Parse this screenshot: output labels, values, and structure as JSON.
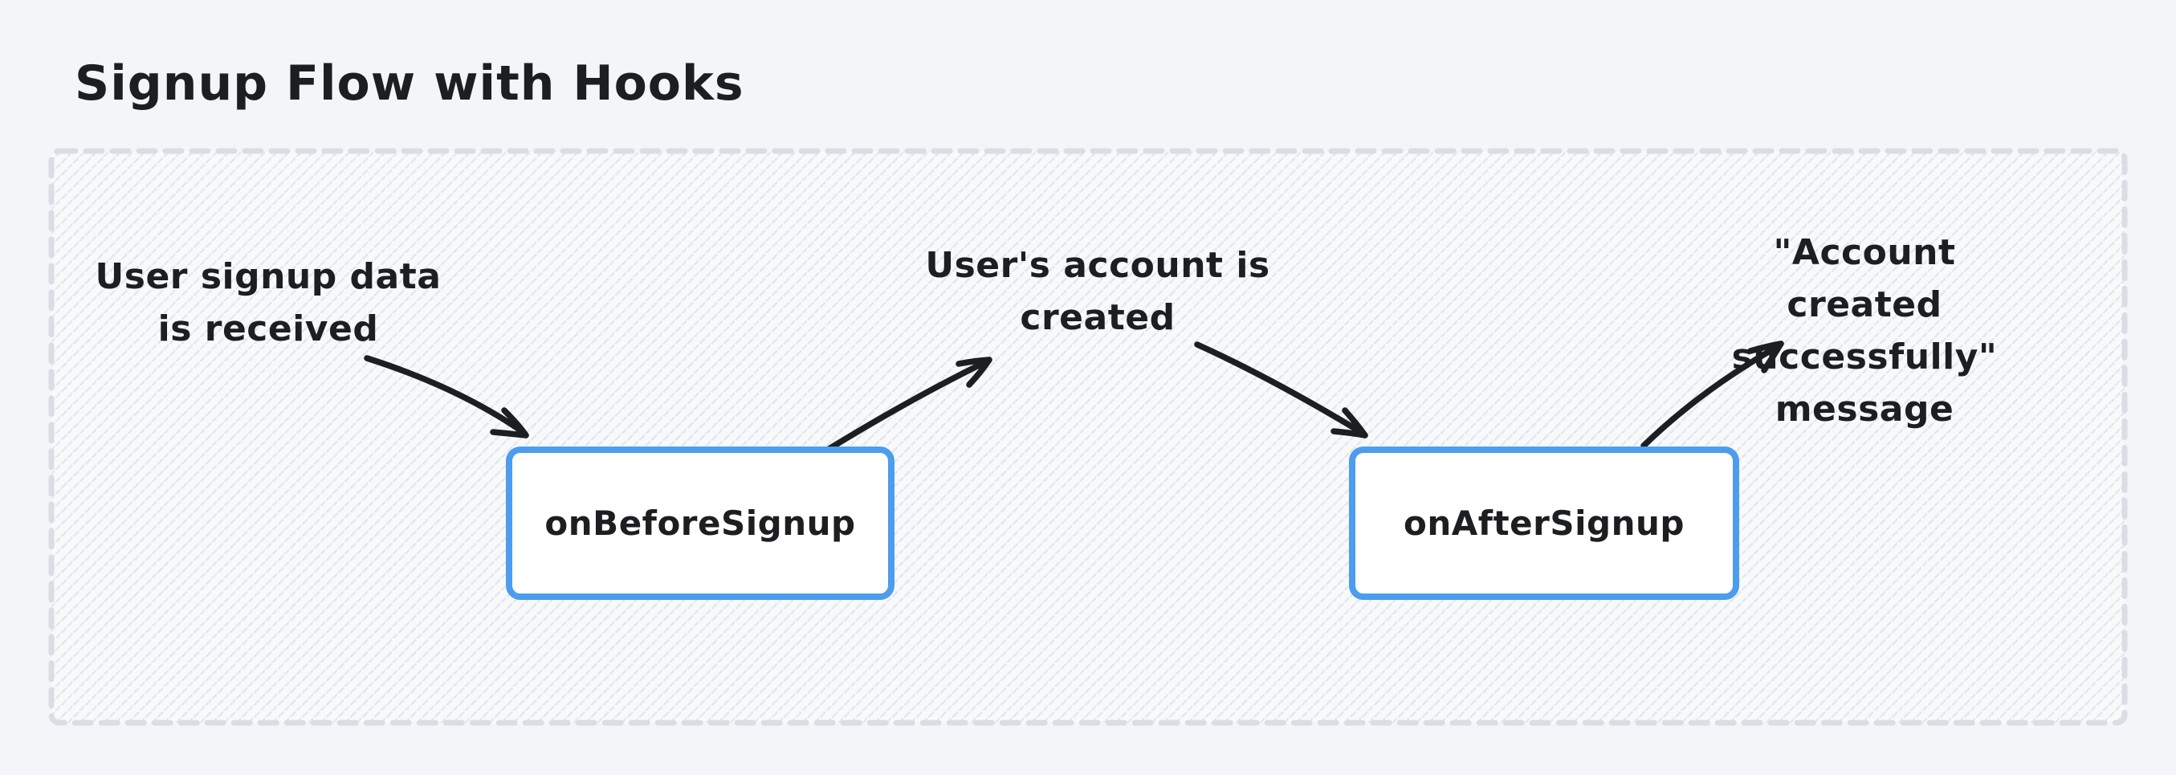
{
  "title": "Signup Flow with Hooks",
  "diagram": {
    "labels": [
      {
        "id": "user-signup-data",
        "text": "User signup data\nis received"
      },
      {
        "id": "account-created",
        "text": "User's account is\ncreated"
      },
      {
        "id": "success-message",
        "text": "\"Account created\nsuccessfully\" message"
      }
    ],
    "nodes": [
      {
        "id": "onBeforeSignup",
        "label": "onBeforeSignup"
      },
      {
        "id": "onAfterSignup",
        "label": "onAfterSignup"
      }
    ],
    "arrows": [
      {
        "from": "user-signup-data",
        "to": "onBeforeSignup"
      },
      {
        "from": "onBeforeSignup",
        "to": "account-created"
      },
      {
        "from": "account-created",
        "to": "onAfterSignup"
      },
      {
        "from": "onAfterSignup",
        "to": "success-message"
      }
    ]
  },
  "colors": {
    "accent": "#4c9ded",
    "ink": "#1d1e21",
    "dash": "#dadde3",
    "hatch": "#e5e7ec",
    "canvas_bg": "#f4f5f8",
    "container_bg": "#f8f9fb"
  }
}
